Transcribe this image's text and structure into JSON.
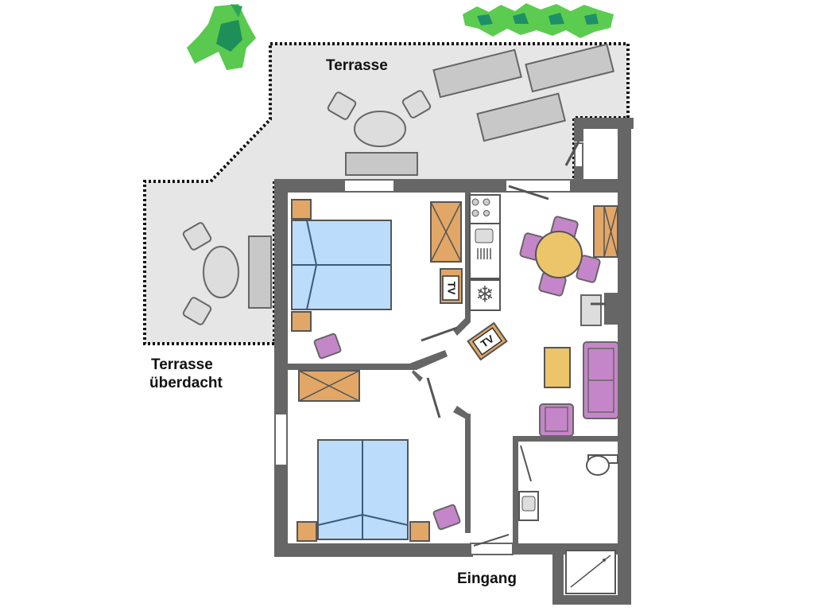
{
  "labels": {
    "terrace": "Terrasse",
    "covered_terrace_line1": "Terrasse",
    "covered_terrace_line2": "überdacht",
    "entrance": "Eingang",
    "tv_bedroom": "TV",
    "tv_living": "TV"
  },
  "colors": {
    "wall": "#666666",
    "terrace": "#e6e6e6",
    "bed": "#bcdcfb",
    "wood": "#e2a766",
    "chair": "#c586c9",
    "table": "#ecc46a",
    "plant": "#4cc04a"
  }
}
